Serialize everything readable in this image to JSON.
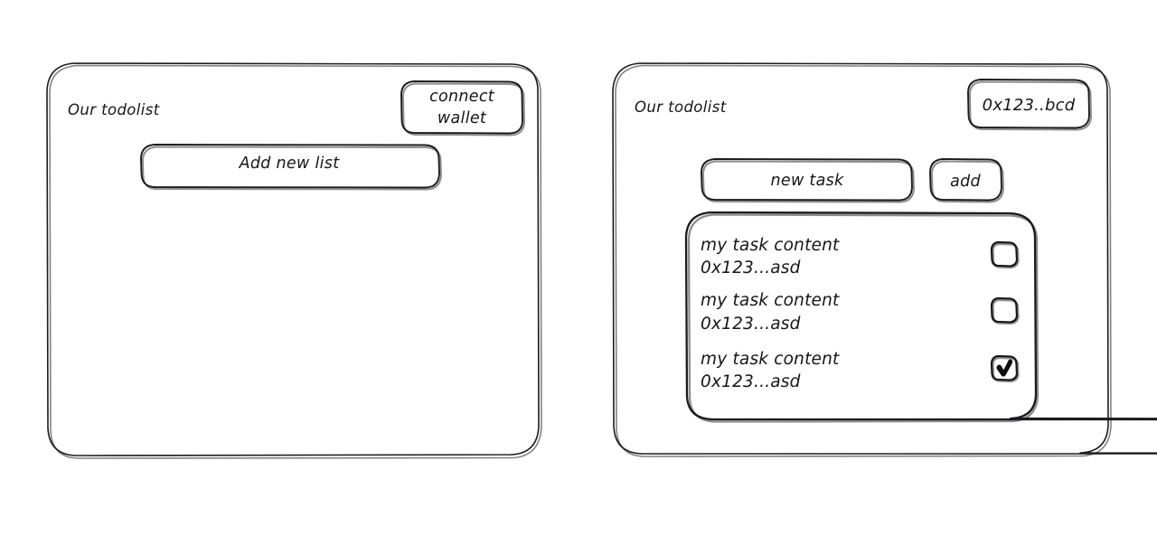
{
  "meta": {
    "style": "hand-drawn wireframe",
    "background_color": "#ffffff",
    "ink_color": "#1b1b1f",
    "screen_count": 2
  },
  "screens": [
    {
      "id": "disconnected",
      "name": "logged-out-screen",
      "header": {
        "title": "Our todolist",
        "wallet_button": {
          "label_line_1": "connect",
          "label_line_2": "wallet",
          "label": "connect wallet"
        }
      },
      "actions": {
        "add_list_button": "Add new list"
      }
    },
    {
      "id": "connected",
      "name": "logged-in-screen",
      "header": {
        "title": "Our todolist",
        "wallet_badge": {
          "label": "0x123..bcd"
        }
      },
      "compose": {
        "input_value": "new task",
        "input_placeholder": "new task",
        "add_button": "add"
      },
      "task_list": {
        "items": [
          {
            "content": "my task content",
            "address": "0x123...asd",
            "checked": false,
            "checkbox_icon": "checkbox-empty-icon"
          },
          {
            "content": "my task content",
            "address": "0x123...asd",
            "checked": false,
            "checkbox_icon": "checkbox-empty-icon"
          },
          {
            "content": "my task content",
            "address": "0x123...asd",
            "checked": true,
            "checkbox_icon": "checkbox-checked-icon"
          }
        ]
      }
    }
  ]
}
